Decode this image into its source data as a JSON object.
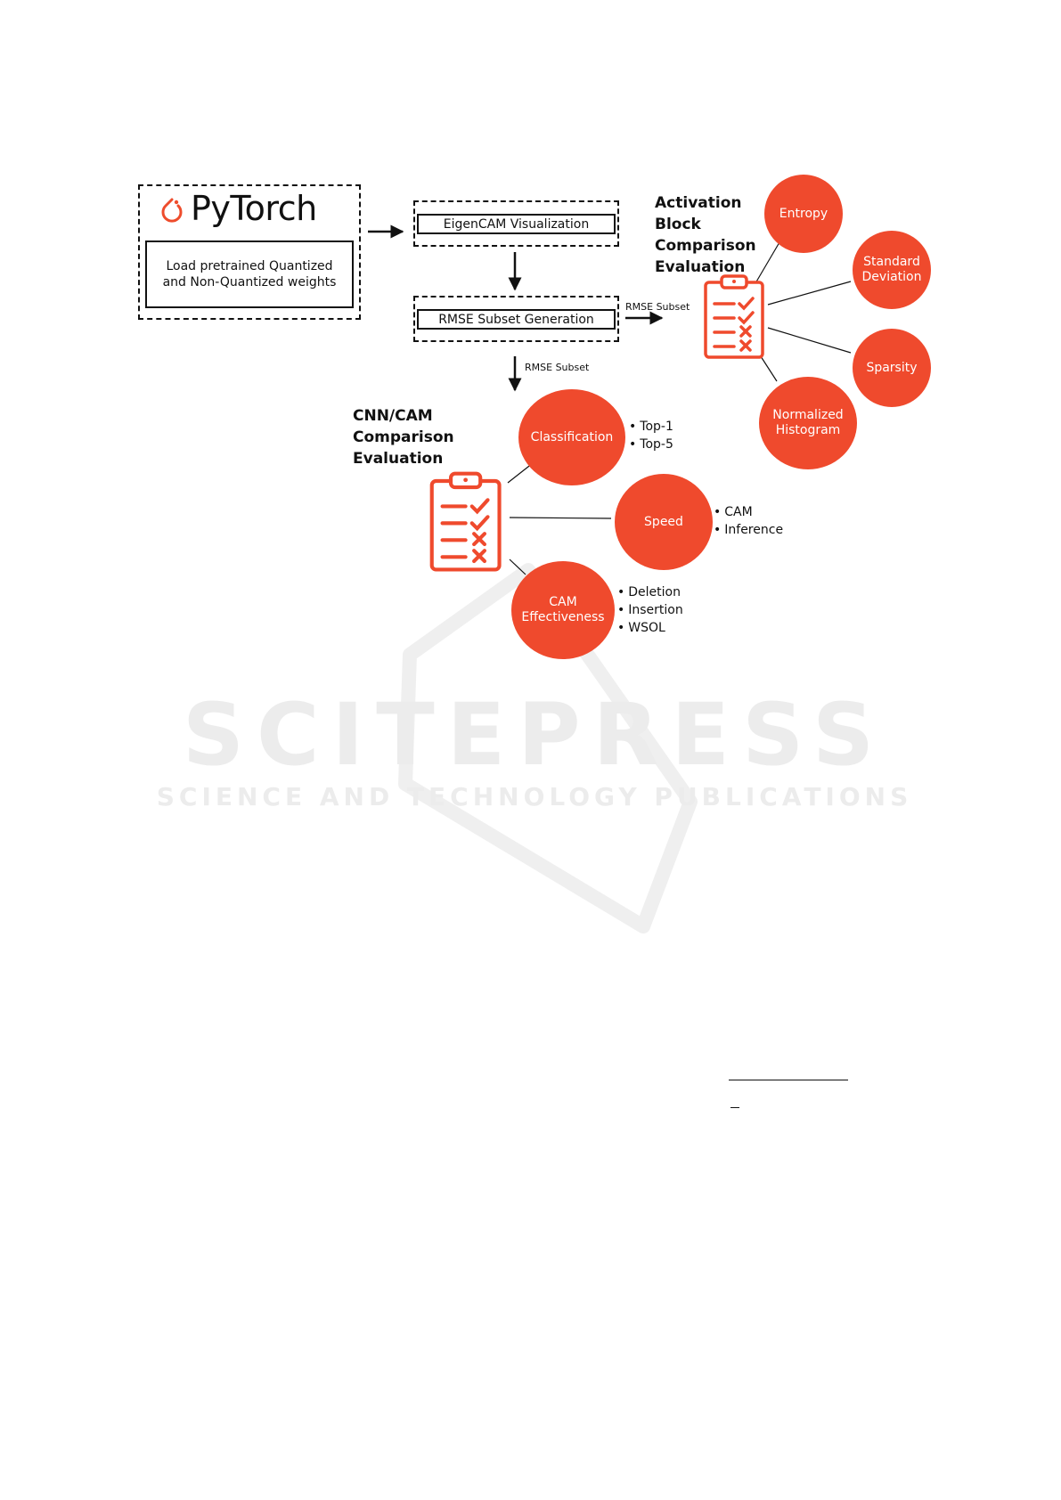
{
  "logo": {
    "text": "PyTorch",
    "color": "#ee4c2c"
  },
  "load_box": {
    "label": "Load pretrained Quantized and Non-Quantized weights"
  },
  "eigencam_box": {
    "label": "EigenCAM Visualization"
  },
  "rmse_box": {
    "label": "RMSE Subset Generation"
  },
  "arrow_labels": {
    "right": "RMSE Subset",
    "down": "RMSE Subset"
  },
  "activation": {
    "heading": [
      "Activation",
      "Block",
      "Comparison",
      "Evaluation"
    ],
    "nodes": {
      "entropy": "Entropy",
      "std": [
        "Standard",
        "Deviation"
      ],
      "sparsity": "Sparsity",
      "histogram": [
        "Normalized",
        "Histogram"
      ]
    }
  },
  "cnn": {
    "heading": [
      "CNN/CAM",
      "Comparison",
      "Evaluation"
    ],
    "nodes": {
      "classification": "Classification",
      "speed": "Speed",
      "cam": [
        "CAM",
        "Effectiveness"
      ]
    },
    "bullets": {
      "classification": [
        "Top-1",
        "Top-5"
      ],
      "speed": [
        "CAM",
        "Inference"
      ],
      "cam": [
        "Deletion",
        "Insertion",
        "WSOL"
      ]
    }
  },
  "watermark": {
    "title": "SCITEPRESS",
    "subtitle": "SCIENCE AND TECHNOLOGY PUBLICATIONS"
  },
  "colors": {
    "accent": "#ef4a2d"
  }
}
